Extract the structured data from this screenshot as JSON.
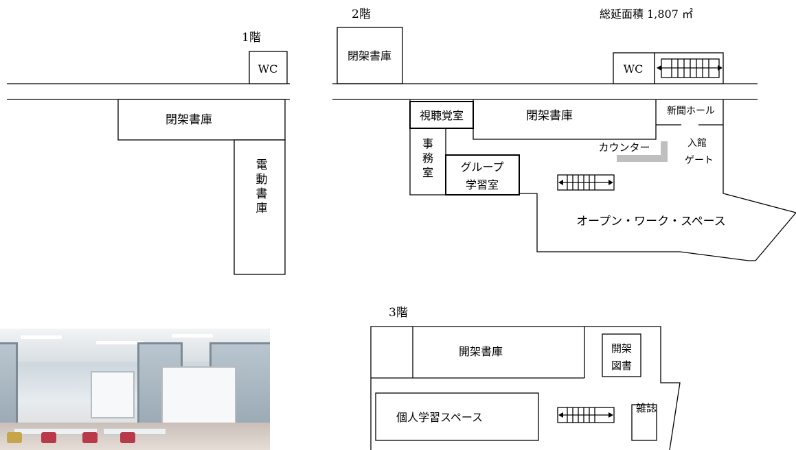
{
  "floors": {
    "f1": "1階",
    "f2": "2階",
    "f3": "3階"
  },
  "total_area": "総延面積 1,807 ㎡",
  "floor1": {
    "wc": "WC",
    "closed_stacks": "閉架書庫",
    "electric_stacks": "電動書庫"
  },
  "floor2": {
    "closed_stacks_top": "閉架書庫",
    "wc": "WC",
    "av_room": "視聴覚室",
    "closed_stacks_mid": "閉架書庫",
    "newspaper_hall": "新聞ホール",
    "counter": "カウンター",
    "entrance_gate_1": "入館",
    "entrance_gate_2": "ゲート",
    "office": "事務室",
    "group_room_1": "グループ",
    "group_room_2": "学習室",
    "open_workspace": "オープン・ワーク・スペース"
  },
  "floor3": {
    "open_stacks": "開架書庫",
    "open_books_1": "開架",
    "open_books_2": "図書",
    "individual_space": "個人学習スペース",
    "magazines": "雑誌"
  },
  "colors": {
    "counter_gray": "#bfbfbf",
    "line": "#000000"
  }
}
